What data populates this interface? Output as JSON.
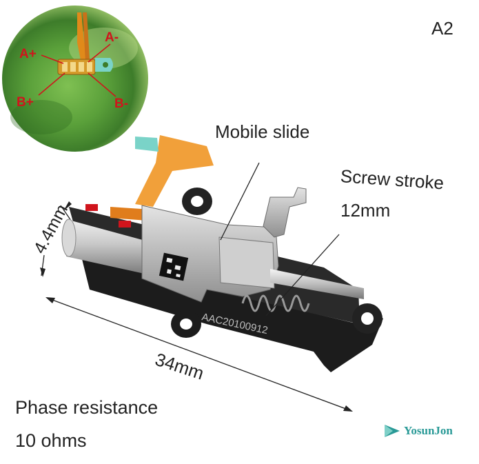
{
  "model": "A2",
  "wiring_inset": {
    "pins": [
      "A+",
      "A-",
      "B+",
      "B-"
    ],
    "label_color": "#d0141c"
  },
  "callouts": {
    "mobile_slide": "Mobile slide",
    "screw_stroke": "Screw stroke",
    "screw_stroke_value": "12mm"
  },
  "dimensions": {
    "height": "4.4mm",
    "length": "34mm"
  },
  "specs": {
    "phase_resistance_label": "Phase resistance",
    "phase_resistance_value": "10 ohms"
  },
  "part_marking": "AAC20100912",
  "brand": {
    "name": "YosunJon",
    "color": "#2a9a97"
  }
}
